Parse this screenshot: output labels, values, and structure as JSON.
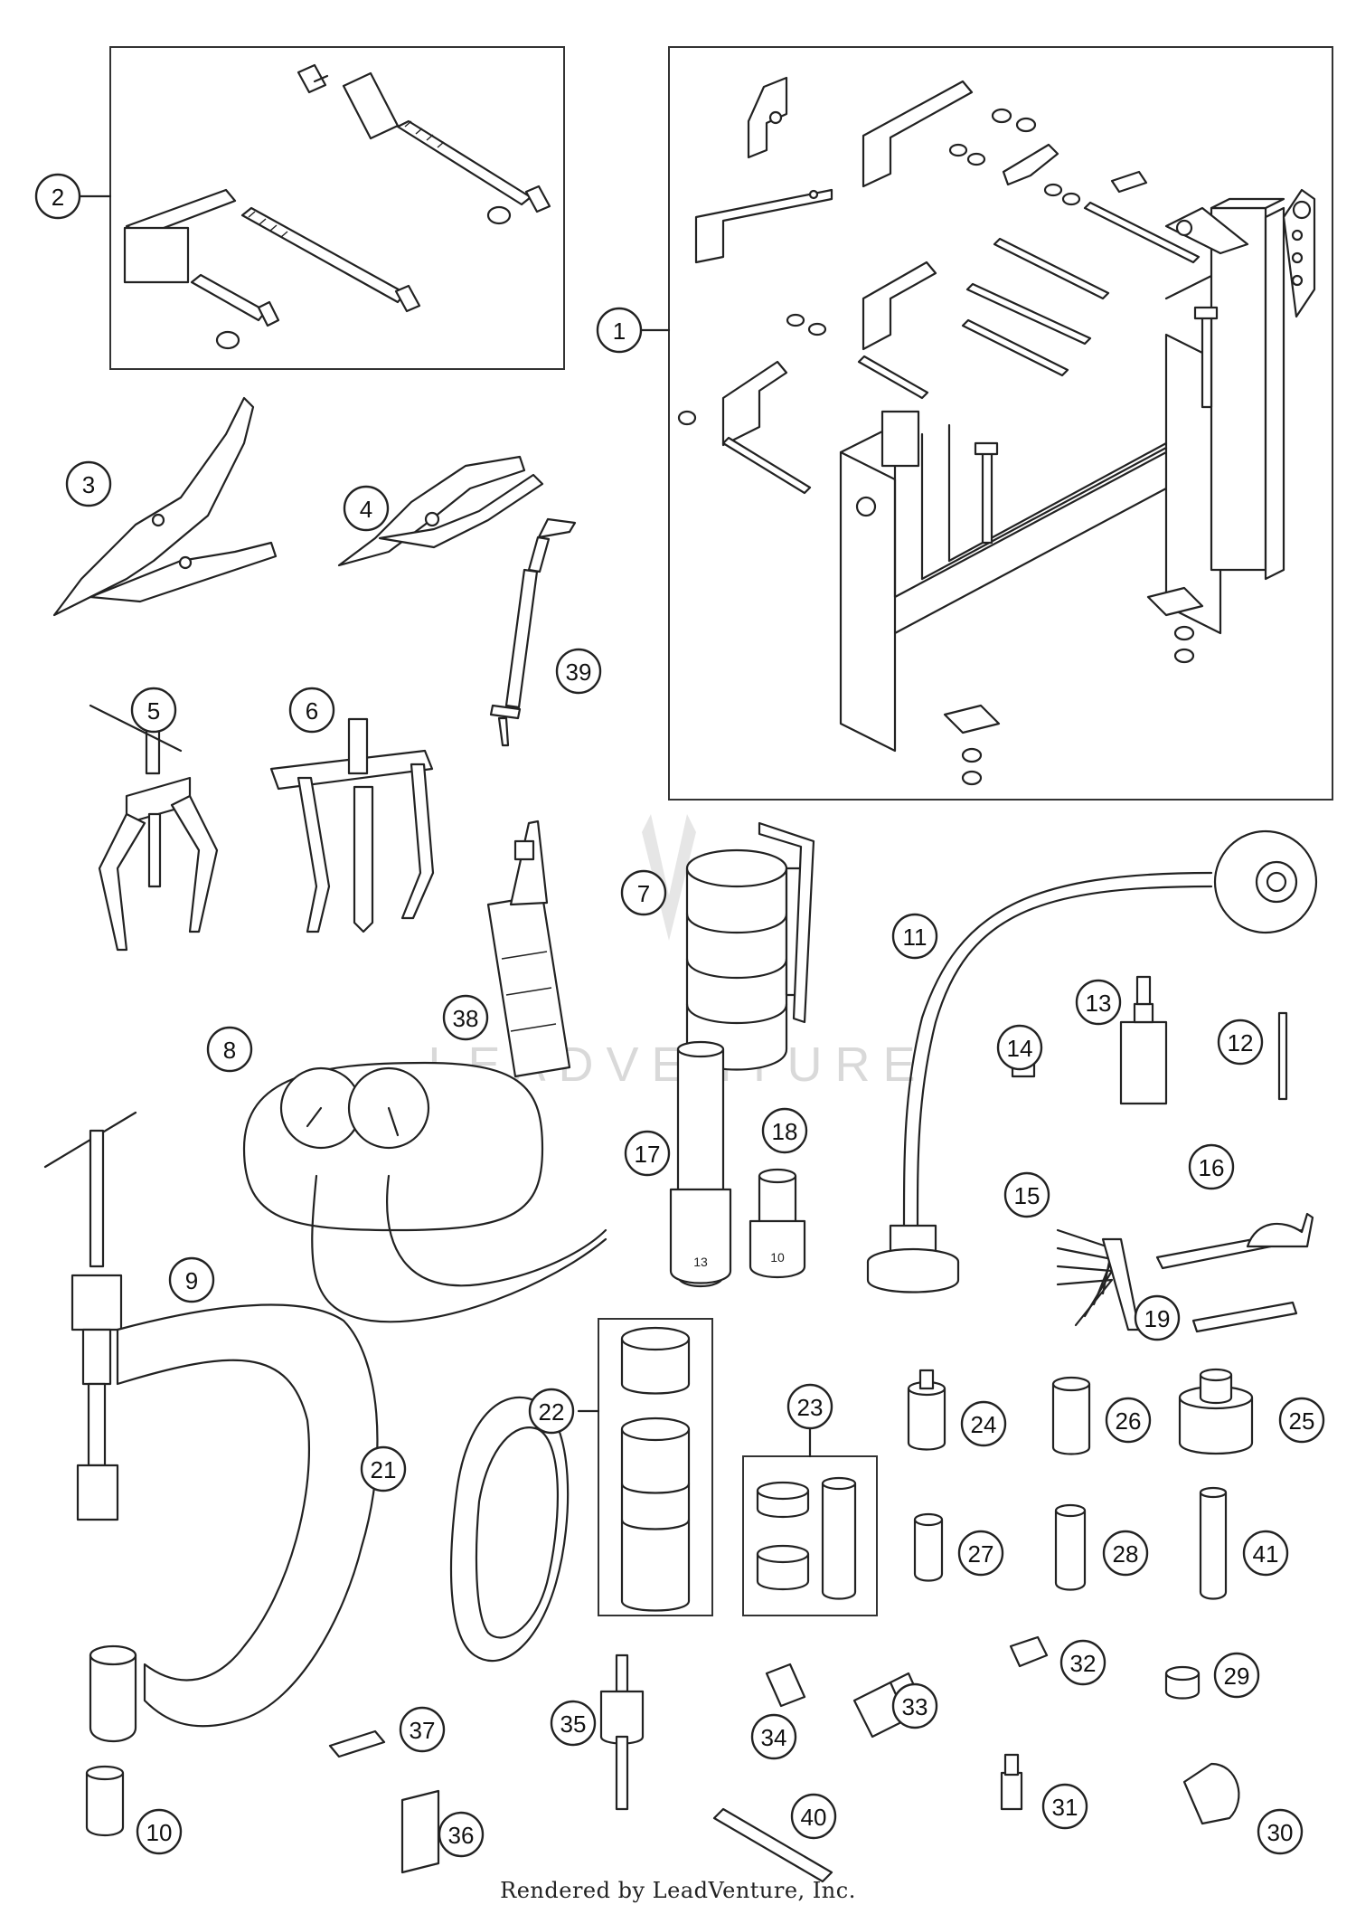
{
  "diagram": {
    "watermark": "LEADVENTURE",
    "footer": "Rendered by LeadVenture, Inc.",
    "callouts": [
      "1",
      "2",
      "3",
      "4",
      "5",
      "6",
      "7",
      "8",
      "9",
      "10",
      "11",
      "12",
      "13",
      "14",
      "15",
      "16",
      "17",
      "18",
      "19",
      "21",
      "22",
      "23",
      "24",
      "25",
      "26",
      "27",
      "28",
      "29",
      "30",
      "31",
      "32",
      "33",
      "34",
      "35",
      "36",
      "37",
      "38",
      "39",
      "40",
      "41"
    ],
    "part_labels": {
      "socket_13": "13",
      "socket_10": "10"
    }
  }
}
